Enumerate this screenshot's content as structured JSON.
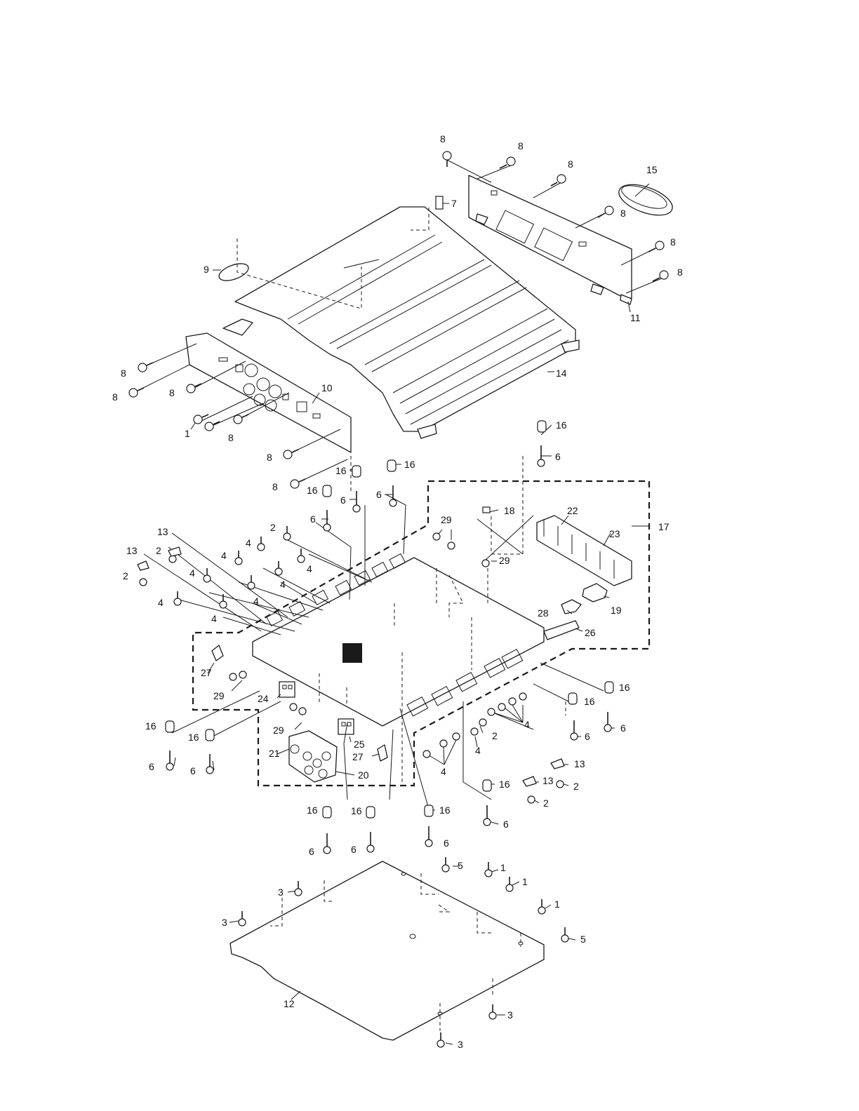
{
  "diagram": {
    "type": "exploded-parts-view",
    "callouts": [
      {
        "id": "c-8a",
        "label": "8",
        "part": "screw"
      },
      {
        "id": "c-8b",
        "label": "8",
        "part": "screw"
      },
      {
        "id": "c-8c",
        "label": "8",
        "part": "screw"
      },
      {
        "id": "c-8d",
        "label": "8",
        "part": "screw"
      },
      {
        "id": "c-8e",
        "label": "8",
        "part": "screw"
      },
      {
        "id": "c-8f",
        "label": "8",
        "part": "screw"
      },
      {
        "id": "c-7",
        "label": "7",
        "part": "spacer"
      },
      {
        "id": "c-15",
        "label": "15",
        "part": "end-cap"
      },
      {
        "id": "c-9",
        "label": "9",
        "part": "badge"
      },
      {
        "id": "c-11",
        "label": "11",
        "part": "side-panel"
      },
      {
        "id": "c-14",
        "label": "14",
        "part": "heat-sink"
      },
      {
        "id": "c-10",
        "label": "10",
        "part": "side-panel"
      },
      {
        "id": "c-8g",
        "label": "8",
        "part": "screw"
      },
      {
        "id": "c-8h",
        "label": "8",
        "part": "screw"
      },
      {
        "id": "c-8i",
        "label": "8",
        "part": "screw"
      },
      {
        "id": "c-8j",
        "label": "8",
        "part": "screw"
      },
      {
        "id": "c-8k",
        "label": "8",
        "part": "screw"
      },
      {
        "id": "c-8l",
        "label": "8",
        "part": "screw"
      },
      {
        "id": "c-1a",
        "label": "1",
        "part": "screw"
      },
      {
        "id": "c-16a",
        "label": "16",
        "part": "bushing"
      },
      {
        "id": "c-6a",
        "label": "6",
        "part": "screw"
      },
      {
        "id": "c-16b",
        "label": "16",
        "part": "bushing"
      },
      {
        "id": "c-16c",
        "label": "16",
        "part": "bushing"
      },
      {
        "id": "c-6b",
        "label": "6",
        "part": "screw"
      },
      {
        "id": "c-6c",
        "label": "6",
        "part": "screw"
      },
      {
        "id": "c-16d",
        "label": "16",
        "part": "bushing"
      },
      {
        "id": "c-6d",
        "label": "6",
        "part": "screw"
      },
      {
        "id": "c-18",
        "label": "18",
        "part": "clip"
      },
      {
        "id": "c-17",
        "label": "17",
        "part": "pcb-assembly"
      },
      {
        "id": "c-22",
        "label": "22",
        "part": "terminal-block"
      },
      {
        "id": "c-23",
        "label": "23",
        "part": "terminal-block"
      },
      {
        "id": "c-29a",
        "label": "29",
        "part": "screw"
      },
      {
        "id": "c-29b",
        "label": "29",
        "part": "screw"
      },
      {
        "id": "c-2a",
        "label": "2",
        "part": "screw"
      },
      {
        "id": "c-13a",
        "label": "13",
        "part": "bracket"
      },
      {
        "id": "c-2b",
        "label": "2",
        "part": "screw"
      },
      {
        "id": "c-13b",
        "label": "13",
        "part": "bracket"
      },
      {
        "id": "c-2c",
        "label": "2",
        "part": "screw"
      },
      {
        "id": "c-4a",
        "label": "4",
        "part": "screw"
      },
      {
        "id": "c-4b",
        "label": "4",
        "part": "screw"
      },
      {
        "id": "c-4c",
        "label": "4",
        "part": "screw"
      },
      {
        "id": "c-4d",
        "label": "4",
        "part": "screw"
      },
      {
        "id": "c-4e",
        "label": "4",
        "part": "screw"
      },
      {
        "id": "c-4f",
        "label": "4",
        "part": "screw"
      },
      {
        "id": "c-4g",
        "label": "4",
        "part": "screw"
      },
      {
        "id": "c-4h",
        "label": "4",
        "part": "screw"
      },
      {
        "id": "c-19",
        "label": "19",
        "part": "fuse"
      },
      {
        "id": "c-28",
        "label": "28",
        "part": "fuse-holder"
      },
      {
        "id": "c-26",
        "label": "26",
        "part": "board"
      },
      {
        "id": "c-27a",
        "label": "27",
        "part": "clip"
      },
      {
        "id": "c-29c",
        "label": "29",
        "part": "screw"
      },
      {
        "id": "c-24",
        "label": "24",
        "part": "connector"
      },
      {
        "id": "c-29d",
        "label": "29",
        "part": "screw"
      },
      {
        "id": "c-25",
        "label": "25",
        "part": "connector"
      },
      {
        "id": "c-27b",
        "label": "27",
        "part": "clip"
      },
      {
        "id": "c-21",
        "label": "21",
        "part": "rca-jack"
      },
      {
        "id": "c-20",
        "label": "20",
        "part": "rca-jack"
      },
      {
        "id": "c-16e",
        "label": "16",
        "part": "bushing"
      },
      {
        "id": "c-16f",
        "label": "16",
        "part": "bushing"
      },
      {
        "id": "c-6e",
        "label": "6",
        "part": "screw"
      },
      {
        "id": "c-6f",
        "label": "6",
        "part": "screw"
      },
      {
        "id": "c-16g",
        "label": "16",
        "part": "bushing"
      },
      {
        "id": "c-16h",
        "label": "16",
        "part": "bushing"
      },
      {
        "id": "c-6g",
        "label": "6",
        "part": "screw"
      },
      {
        "id": "c-6h",
        "label": "6",
        "part": "screw"
      },
      {
        "id": "c-4i",
        "label": "4",
        "part": "screw"
      },
      {
        "id": "c-2d",
        "label": "2",
        "part": "screw"
      },
      {
        "id": "c-4j",
        "label": "4",
        "part": "screw"
      },
      {
        "id": "c-4k",
        "label": "4",
        "part": "screw"
      },
      {
        "id": "c-13c",
        "label": "13",
        "part": "bracket"
      },
      {
        "id": "c-13d",
        "label": "13",
        "part": "bracket"
      },
      {
        "id": "c-2e",
        "label": "2",
        "part": "screw"
      },
      {
        "id": "c-2f",
        "label": "2",
        "part": "screw"
      },
      {
        "id": "c-16i",
        "label": "16",
        "part": "bushing"
      },
      {
        "id": "c-6i",
        "label": "6",
        "part": "screw"
      },
      {
        "id": "c-16j",
        "label": "16",
        "part": "bushing"
      },
      {
        "id": "c-16k",
        "label": "16",
        "part": "bushing"
      },
      {
        "id": "c-16l",
        "label": "16",
        "part": "bushing"
      },
      {
        "id": "c-6j",
        "label": "6",
        "part": "screw"
      },
      {
        "id": "c-6k",
        "label": "6",
        "part": "screw"
      },
      {
        "id": "c-6l",
        "label": "6",
        "part": "screw"
      },
      {
        "id": "c-5a",
        "label": "5",
        "part": "screw"
      },
      {
        "id": "c-1b",
        "label": "1",
        "part": "screw"
      },
      {
        "id": "c-1c",
        "label": "1",
        "part": "screw"
      },
      {
        "id": "c-1d",
        "label": "1",
        "part": "screw"
      },
      {
        "id": "c-3a",
        "label": "3",
        "part": "screw"
      },
      {
        "id": "c-3b",
        "label": "3",
        "part": "screw"
      },
      {
        "id": "c-5b",
        "label": "5",
        "part": "screw"
      },
      {
        "id": "c-12",
        "label": "12",
        "part": "bottom-plate"
      },
      {
        "id": "c-3c",
        "label": "3",
        "part": "screw"
      },
      {
        "id": "c-3d",
        "label": "3",
        "part": "screw"
      }
    ]
  }
}
